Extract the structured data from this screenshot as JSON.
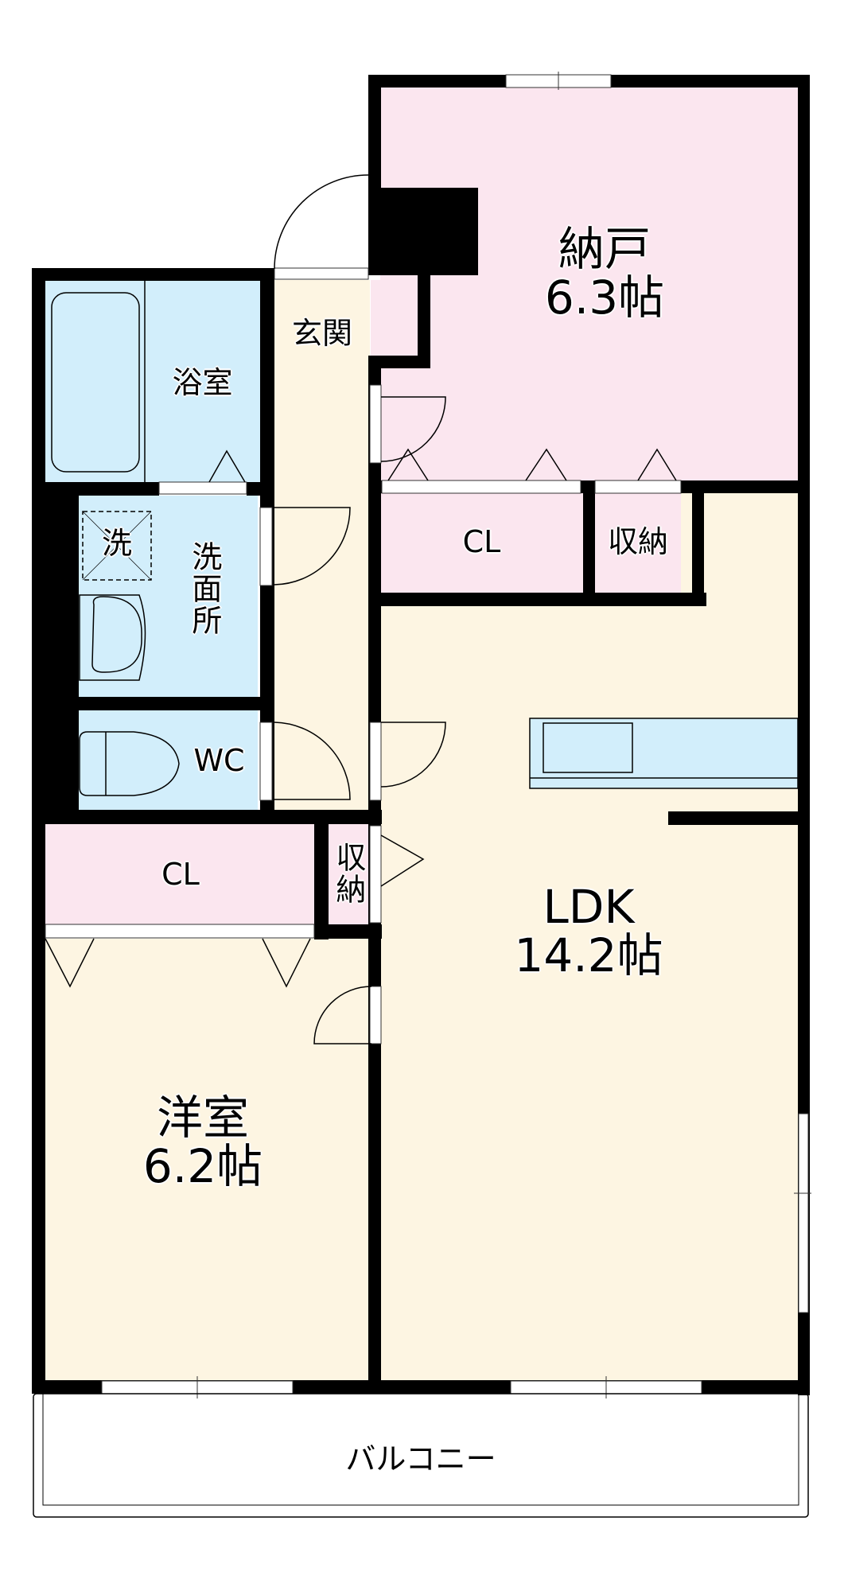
{
  "floorplan": {
    "colors": {
      "wall": "#000000",
      "pink_room": "#fbe6ef",
      "beige_room": "#fdf5e2",
      "wet_area": "#d2eefb",
      "window": "#ffffff"
    },
    "rooms": {
      "nando": {
        "name": "納戸",
        "size": "6.3帖"
      },
      "genkan": {
        "name": "玄関"
      },
      "bath": {
        "name": "浴室"
      },
      "washroom": {
        "name": "洗面所"
      },
      "washer": {
        "name": "洗"
      },
      "wc": {
        "name": "WC"
      },
      "cl_upper": {
        "name": "CL"
      },
      "storage_upper": {
        "name": "収納"
      },
      "cl_lower": {
        "name": "CL"
      },
      "storage_lower": {
        "name": "収納"
      },
      "ldk": {
        "name": "LDK",
        "size": "14.2帖"
      },
      "western": {
        "name": "洋室",
        "size": "6.2帖"
      },
      "balcony": {
        "name": "バルコニー"
      }
    }
  }
}
